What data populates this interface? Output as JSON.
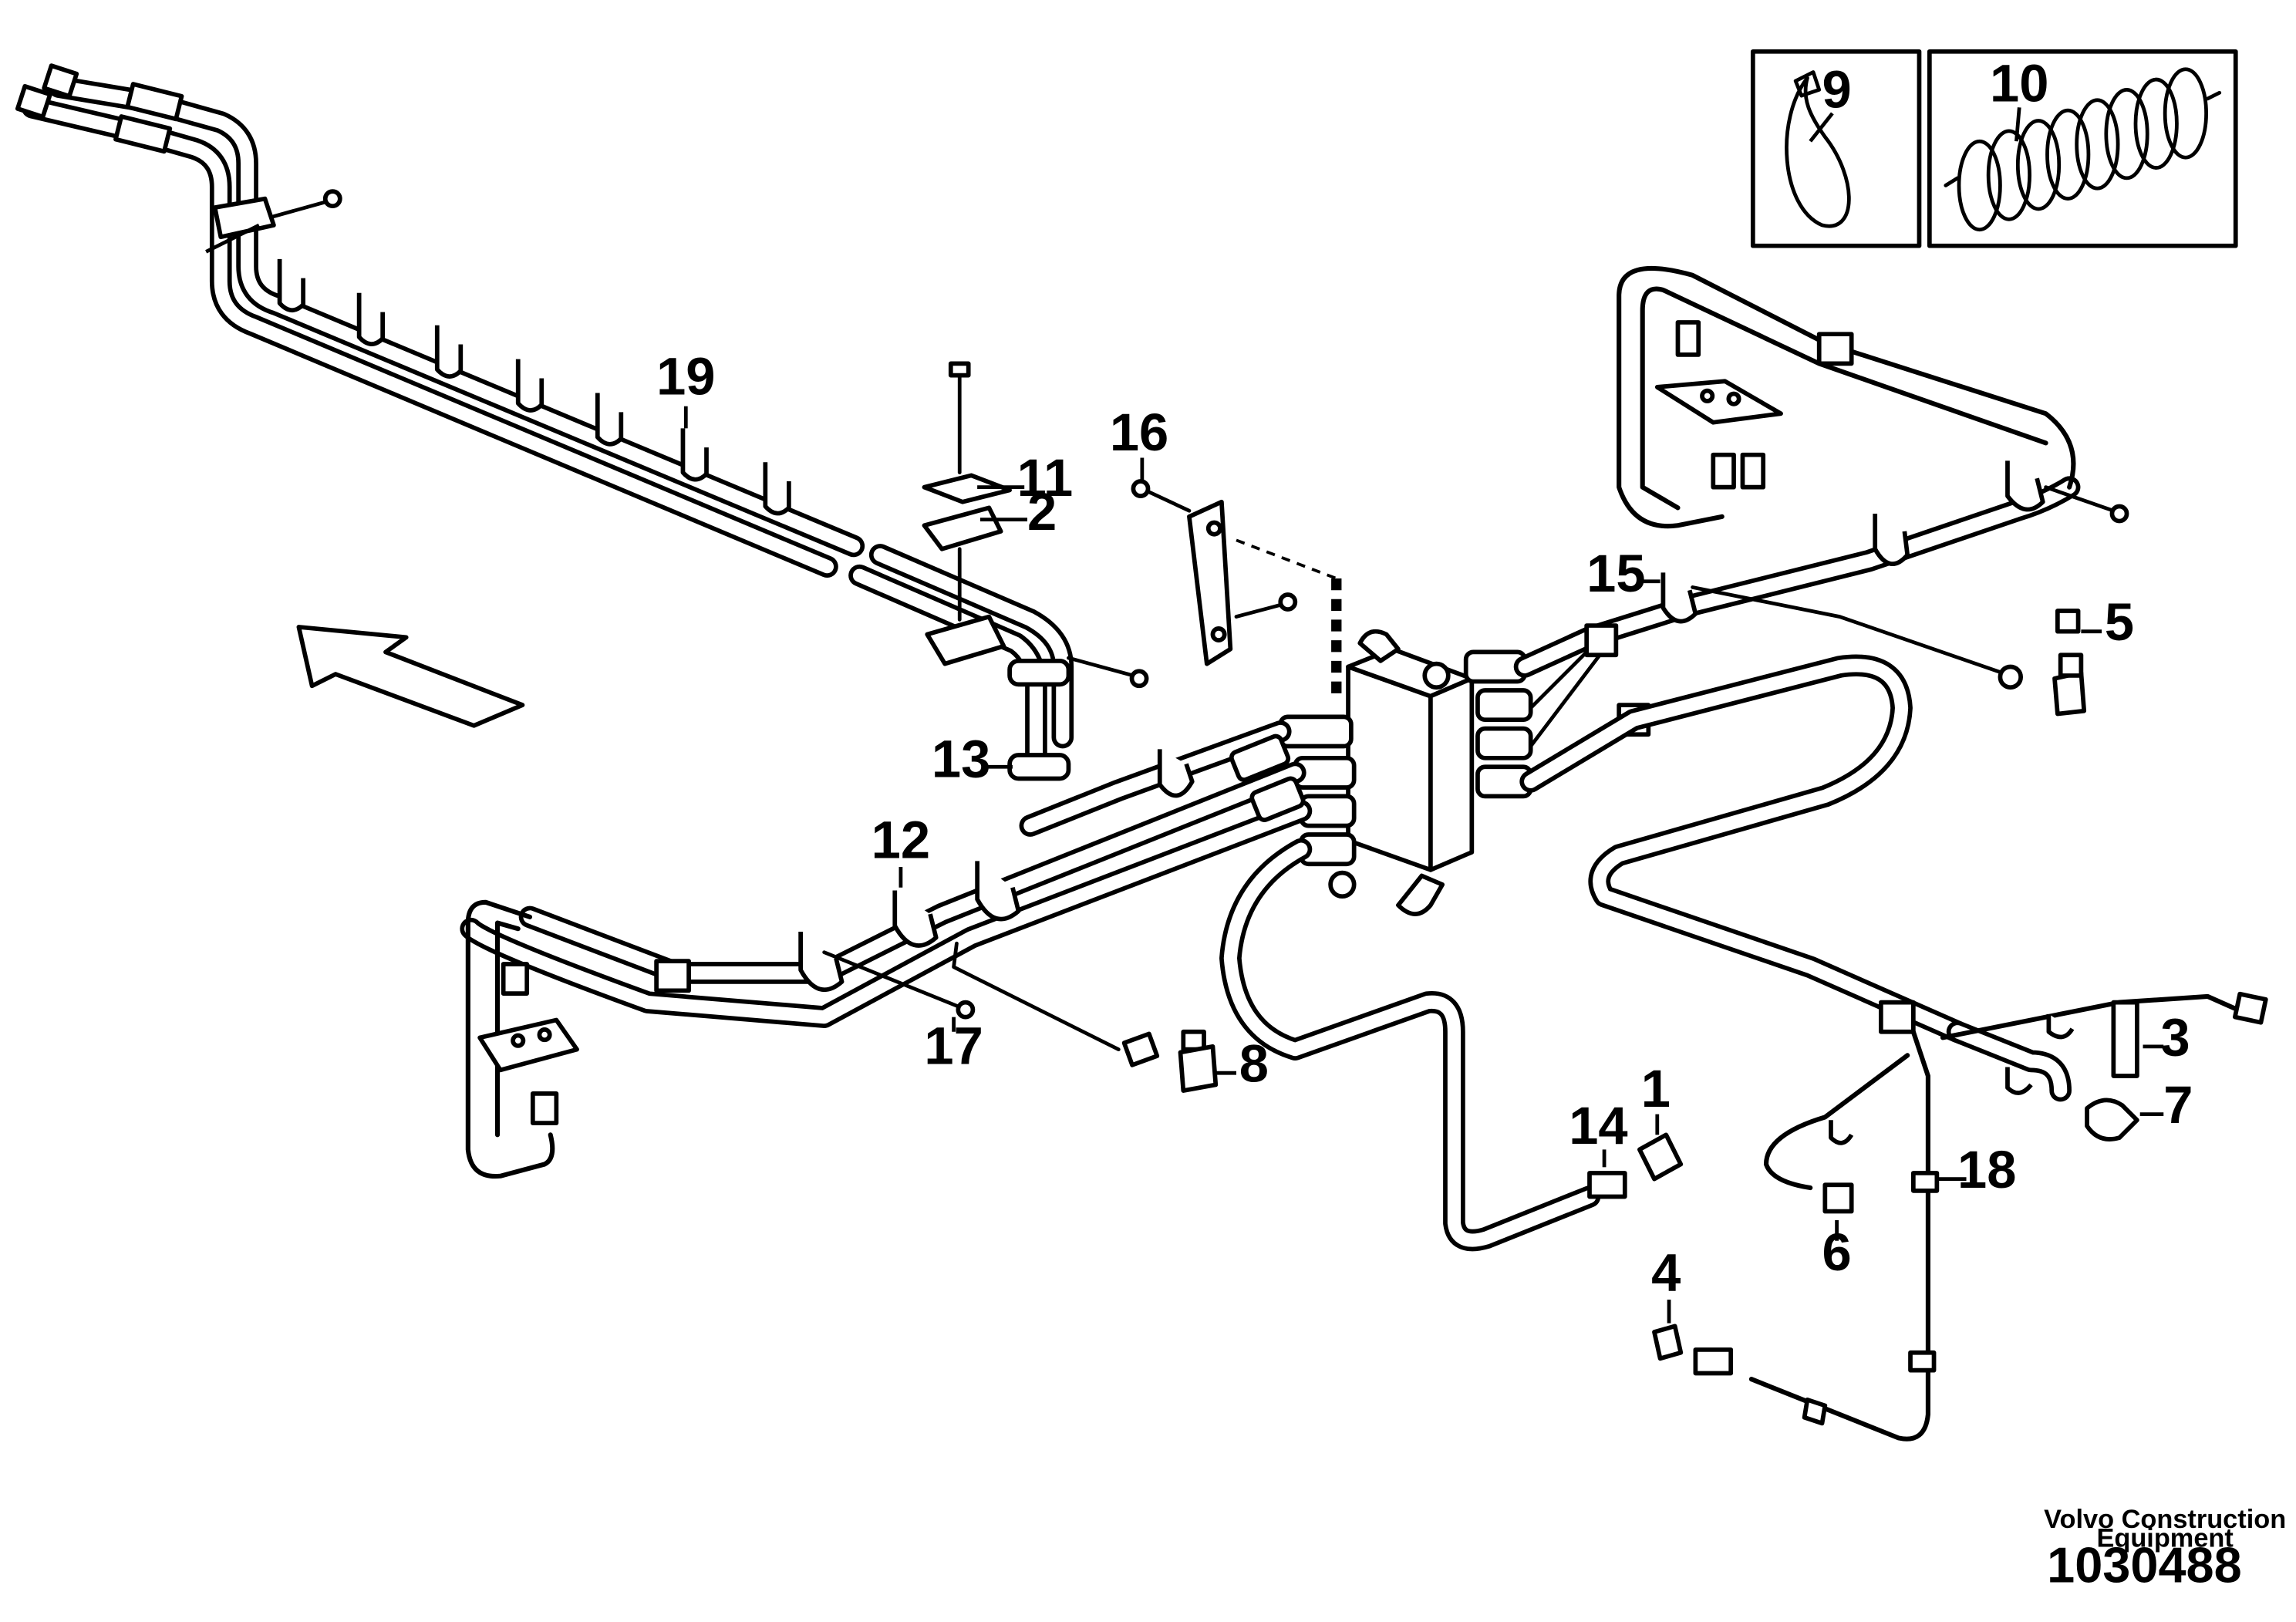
{
  "callouts": {
    "c1": "1",
    "c2": "2",
    "c3": "3",
    "c4": "4",
    "c5": "5",
    "c6": "6",
    "c7": "7",
    "c8": "8",
    "c9": "9",
    "c10": "10",
    "c11": "11",
    "c12": "12",
    "c13": "13",
    "c14": "14",
    "c15": "15",
    "c16": "16",
    "c17": "17",
    "c18": "18",
    "c19": "19"
  },
  "footer": {
    "manufacturer_line1": "Volvo Construction",
    "manufacturer_line2": "Equipment",
    "drawing_number": "1030488"
  },
  "icons": {
    "direction_arrow": "forward-direction-arrow-icon"
  }
}
